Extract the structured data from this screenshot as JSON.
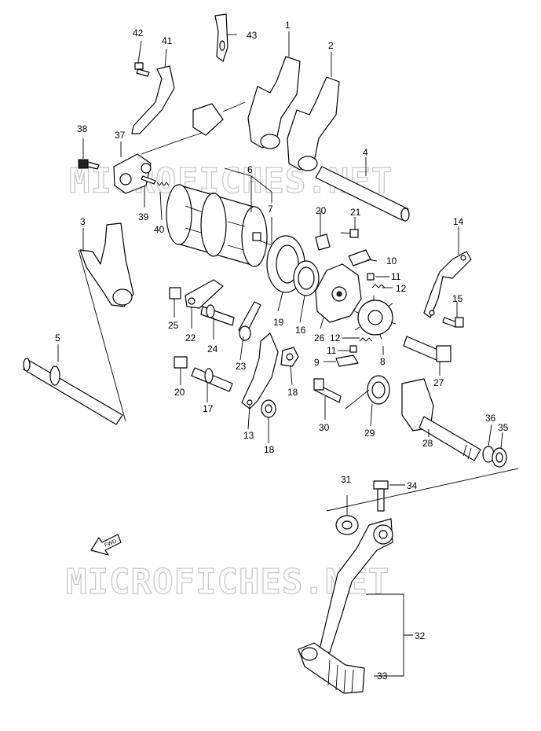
{
  "watermark": {
    "text": "MICROFICHES.NET"
  },
  "fwd_label": "FWD",
  "labels": {
    "p1": "1",
    "p2": "2",
    "p3": "3",
    "p4": "4",
    "p5": "5",
    "p6": "6",
    "p7": "7",
    "p8": "8",
    "p9": "9",
    "p10": "10",
    "p11a": "11",
    "p11b": "11",
    "p12a": "12",
    "p12b": "12",
    "p13": "13",
    "p14": "14",
    "p15": "15",
    "p16": "16",
    "p17": "17",
    "p18a": "18",
    "p18b": "18",
    "p19": "19",
    "p20a": "20",
    "p20b": "20",
    "p21": "21",
    "p22": "22",
    "p23": "23",
    "p24": "24",
    "p25": "25",
    "p26": "26",
    "p27": "27",
    "p28": "28",
    "p29": "29",
    "p30": "30",
    "p31": "31",
    "p32": "32",
    "p33": "33",
    "p34": "34",
    "p35": "35",
    "p36": "36",
    "p37": "37",
    "p38": "38",
    "p39": "39",
    "p40": "40",
    "p41": "41",
    "p42": "42",
    "p43": "43"
  }
}
